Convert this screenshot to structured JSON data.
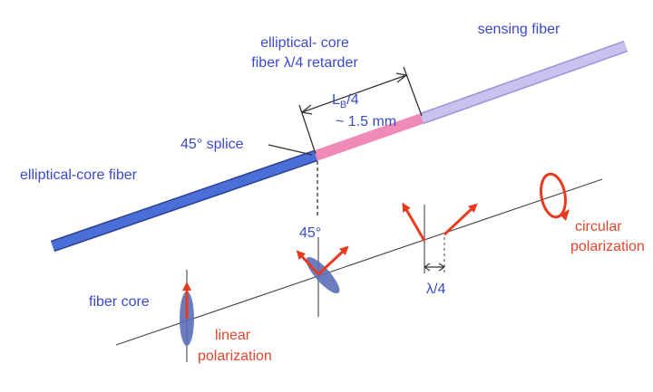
{
  "labels": {
    "elliptical_core_retarder_line1": "elliptical- core",
    "elliptical_core_retarder_line2": "fiber λ/4 retarder",
    "sensing_fiber": "sensing fiber",
    "retarder_length": "L",
    "retarder_length_sub": "B",
    "retarder_length_suffix": "/4",
    "retarder_length_approx": "~ 1.5 mm",
    "splice": "45° splice",
    "elliptical_core_fiber": "elliptical-core fiber",
    "fiber_core": "fiber core",
    "linear_line1": "linear",
    "linear_line2": "polarization",
    "angle_45": "45°",
    "quarter_wave": "λ/4",
    "circular_line1": "circular",
    "circular_line2": "polarization"
  },
  "colors": {
    "elliptical_core_fiber": "#4a6fd8",
    "retarder_section": "#f08ab8",
    "sensing_fiber": "#c9c2ee",
    "core_ellipse": "#5b6fb8",
    "arrows": "#e63b1f",
    "blue_text": "#3a49c9",
    "red_text": "#e3442b"
  }
}
